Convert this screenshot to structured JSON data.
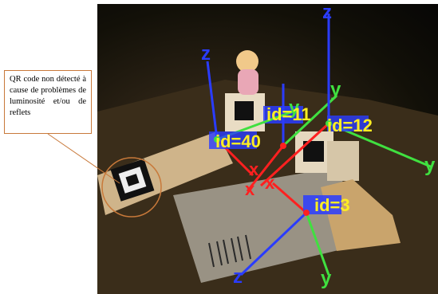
{
  "callout": {
    "text": "QR code non détecté à cause de problèmes de luminosité et/ou de reflets"
  },
  "markers": [
    {
      "id_label": "id=11"
    },
    {
      "id_label": "id=12"
    },
    {
      "id_label": "id=40"
    },
    {
      "id_label": "id=3"
    }
  ],
  "axis_labels": {
    "x": "x",
    "y": "y",
    "z": "z"
  },
  "colors": {
    "callout_border": "#c8793a",
    "x_axis": "#ff2020",
    "y_axis": "#40e040",
    "z_axis": "#2a3cff",
    "id_text": "#ffee22"
  }
}
